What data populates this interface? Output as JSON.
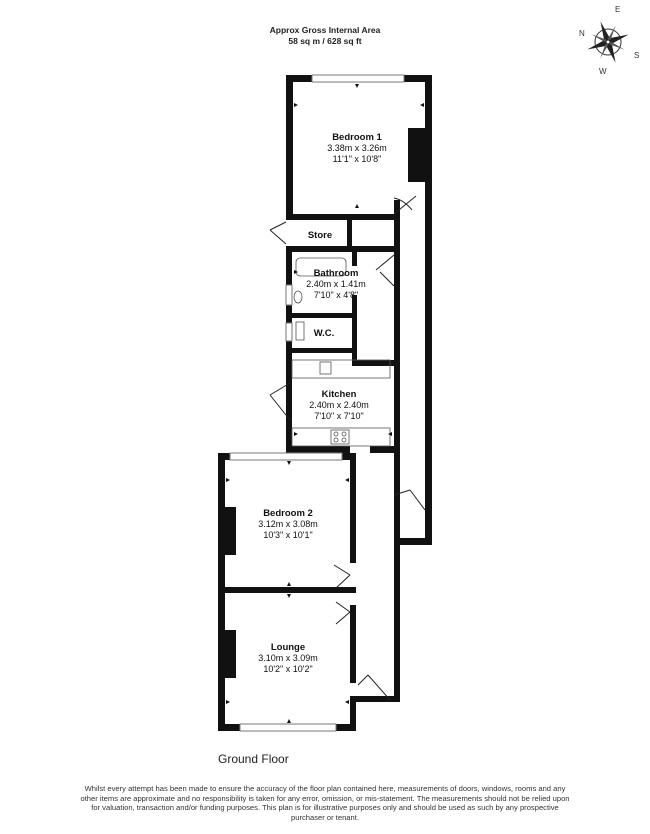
{
  "header": {
    "line1": "Approx Gross Internal Area",
    "line2": "58 sq m / 628 sq ft"
  },
  "compass": {
    "n": "N",
    "e": "E",
    "s": "S",
    "w": "W"
  },
  "rooms": {
    "bedroom1": {
      "name": "Bedroom 1",
      "metric": "3.38m x 3.26m",
      "imperial": "11'1\" x 10'8\""
    },
    "store": {
      "name": "Store"
    },
    "bathroom": {
      "name": "Bathroom",
      "metric": "2.40m x 1.41m",
      "imperial": "7'10\" x 4'8\""
    },
    "wc": {
      "name": "W.C."
    },
    "kitchen": {
      "name": "Kitchen",
      "metric": "2.40m x 2.40m",
      "imperial": "7'10\" x 7'10\""
    },
    "bedroom2": {
      "name": "Bedroom 2",
      "metric": "3.12m x 3.08m",
      "imperial": "10'3\" x 10'1\""
    },
    "lounge": {
      "name": "Lounge",
      "metric": "3.10m x 3.09m",
      "imperial": "10'2\" x 10'2\""
    }
  },
  "floor_label": "Ground Floor",
  "disclaimer": "Whilst every attempt has been made to ensure the accuracy of the floor plan contained here, measurements of doors, windows, rooms and any other items are approximate and no responsibility is taken for any error, omission, or mis-statement. The measurements should not be relied upon for valuation, transaction and/or funding purposes. This plan is for illustrative purposes only and should be used as such by any prospective purchaser or tenant.",
  "colors": {
    "wall": "#111111",
    "fixture": "#555555",
    "window": "#9a9a9a"
  }
}
